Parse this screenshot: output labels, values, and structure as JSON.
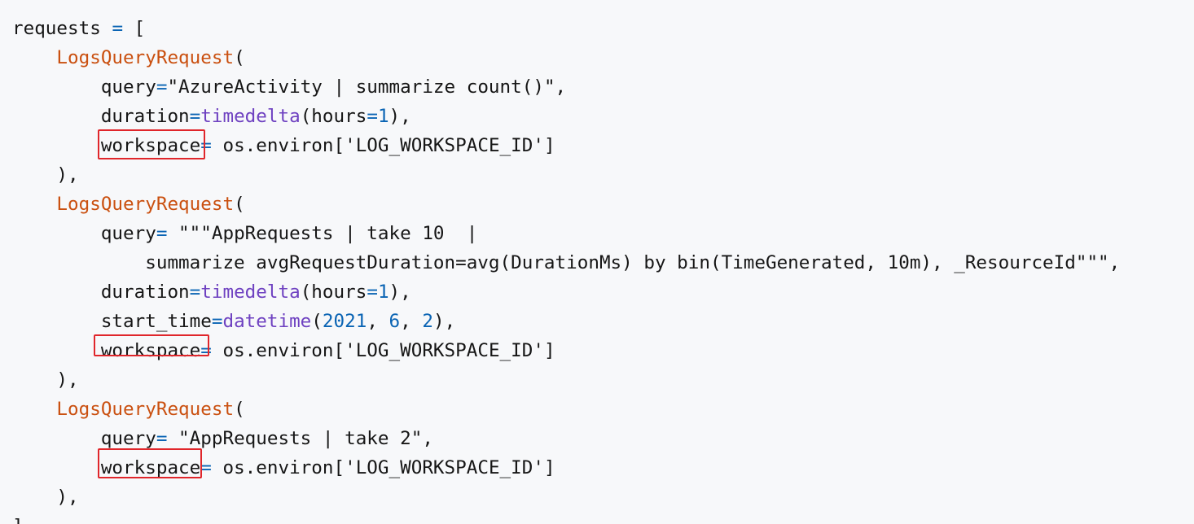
{
  "code": {
    "var_name": "requests",
    "assign": "=",
    "open_list": "[",
    "req_class": "LogsQueryRequest",
    "open_paren": "(",
    "close_item": "),",
    "close_list": "]",
    "q1_key": "query",
    "q1_value": "\"AzureActivity | summarize count()\",",
    "duration_key": "duration",
    "timedelta_fn": "timedelta",
    "hours_key": "(hours",
    "hours_val": "1",
    "close_args": "),",
    "workspace_key": "workspace",
    "workspace_value": " os.environ['LOG_WORKSPACE_ID']",
    "q2_key": "query",
    "q2_value_a": " \"\"\"AppRequests | take 10  |",
    "q2_value_b": "summarize avgRequestDuration=avg(DurationMs) by bin(TimeGenerated, 10m), _ResourceId\"\"\",",
    "start_time_key": "start_time",
    "datetime_fn": "datetime",
    "dt_y": "2021",
    "dt_m": "6",
    "dt_d": "2",
    "q3_key": "query",
    "q3_value": " \"AppRequests | take 2\","
  }
}
